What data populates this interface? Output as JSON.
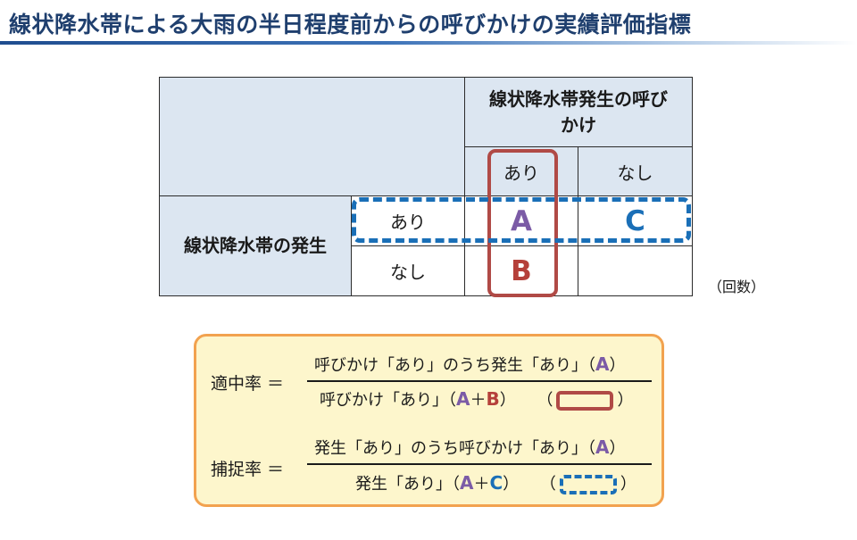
{
  "title": "線状降水帯による大雨の半日程度前からの呼びかけの実績評価指標",
  "matrix": {
    "col_header": "線状降水帯発生の呼びかけ",
    "col_yes": "あり",
    "col_no": "なし",
    "row_header": "線状降水帯の発生",
    "row_yes": "あり",
    "row_no": "なし",
    "cell_A": "A",
    "cell_B": "B",
    "cell_C": "C",
    "cell_empty": ""
  },
  "unit_note": "（回数）",
  "formulas": {
    "hit_rate": {
      "label": "適中率 ＝",
      "numerator_text": "呼びかけ「あり」のうち発生「あり」（",
      "numerator_letter": "A",
      "numerator_close": "）",
      "denominator_text": "呼びかけ「あり」（",
      "denominator_A": "A",
      "denominator_plus": "＋",
      "denominator_B": "B",
      "denominator_close": "）",
      "key_open": "（",
      "key_close": "）"
    },
    "capture_rate": {
      "label": "捕捉率 ＝",
      "numerator_text": "発生「あり」のうち呼びかけ「あり」（",
      "numerator_letter": "A",
      "numerator_close": "）",
      "denominator_text": "発生「あり」（",
      "denominator_A": "A",
      "denominator_plus": "＋",
      "denominator_C": "C",
      "denominator_close": "）",
      "key_open": "（",
      "key_close": "）"
    }
  },
  "colors": {
    "title": "#1f3f6e",
    "header_fill": "#dce6f1",
    "letter_A": "#7b5ba6",
    "letter_B": "#b5403a",
    "letter_C": "#1a6fb7",
    "red_frame": "#b04a46",
    "blue_frame": "#1a6fb7",
    "formula_bg": "#fdf6cc",
    "formula_border": "#f2a24f"
  }
}
